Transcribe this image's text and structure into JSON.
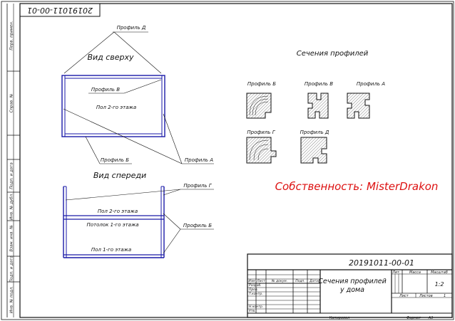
{
  "document": {
    "designation": "20191011-00-01",
    "title_line1": "Сечения профилей",
    "title_line2": "у дома",
    "sections_heading": "Сечения профилей",
    "watermark": "Собственность: MisterDrakon",
    "top_view": {
      "title": "Вид сверху",
      "floor_label": "Пол 2-го этажа",
      "profile_d": "Профиль Д",
      "profile_v": "Профиль В",
      "profile_b": "Профиль Б",
      "profile_a": "Профиль А"
    },
    "front_view": {
      "title": "Вид спереди",
      "floor2": "Пол 2-го этажа",
      "ceiling1": "Потолок 1-го этажа",
      "floor1": "Пол 1-го этажа",
      "profile_g": "Профиль Г",
      "profile_b": "Профиль Б"
    },
    "profiles": {
      "b": "Профиль Б",
      "v": "Профиль В",
      "a": "Профиль А",
      "g": "Профиль Г",
      "d": "Профиль Д"
    },
    "side_strip": [
      "Перв. примен.",
      "Справ. №",
      "Подп. и дата",
      "Инв. № дубл.",
      "Взам. инв. №",
      "Подп. и дата",
      "Инв. № подл."
    ]
  },
  "title_block": {
    "rows": [
      "Изм",
      "Лист",
      "№ докум.",
      "Подп.",
      "Дата"
    ],
    "roles": [
      "Разраб.",
      "Пров.",
      "Т.контр.",
      "Н.контр.",
      "Утв."
    ],
    "lit": "Лит.",
    "mass": "Масса",
    "scale": "Масштаб",
    "scale_value": "1:2",
    "sheet": "Лист",
    "sheets": "Листов",
    "sheets_value": "1",
    "copied": "Копировал",
    "format": "Формат",
    "format_value": "A3"
  },
  "colors": {
    "line": "#111111",
    "profile_blue": "#1a1aa8",
    "watermark": "#dd1111"
  }
}
